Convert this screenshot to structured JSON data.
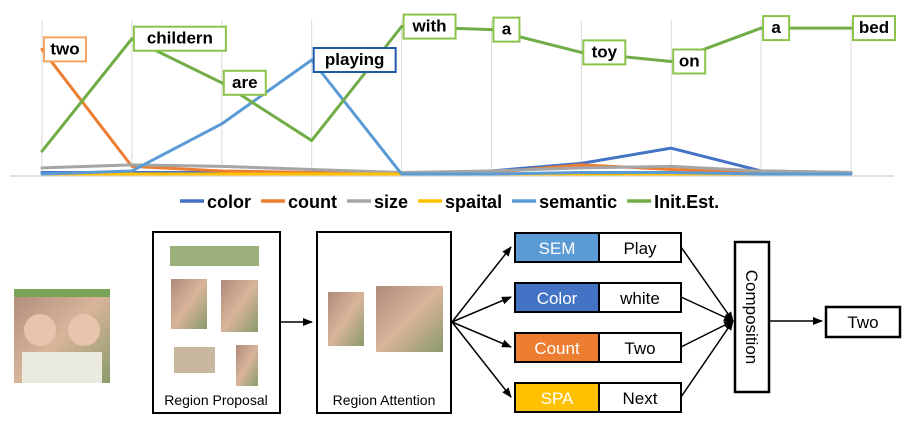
{
  "chart_data": {
    "type": "line",
    "categories": [
      "two",
      "childern",
      "are",
      "playing",
      "with",
      "a",
      "toy",
      "on",
      "a",
      "bed"
    ],
    "label_colors": [
      "#f4a460",
      "#8bc34a",
      "#8bc34a",
      "#1f5aa8",
      "#8bc34a",
      "#8bc34a",
      "#8bc34a",
      "#8bc34a",
      "#8bc34a",
      "#8bc34a"
    ],
    "ylim": [
      0,
      1
    ],
    "grid": "vertical",
    "legend_position": "bottom",
    "series": [
      {
        "name": "color",
        "color": "#4472c4",
        "values": [
          0.01,
          0.01,
          0.01,
          0.01,
          0.0,
          0.02,
          0.07,
          0.17,
          0.02,
          0.01
        ]
      },
      {
        "name": "count",
        "color": "#ed7d31",
        "values": [
          0.82,
          0.05,
          0.02,
          0.01,
          0.0,
          0.01,
          0.06,
          0.03,
          0.01,
          0.01
        ]
      },
      {
        "name": "size",
        "color": "#a5a5a5",
        "values": [
          0.04,
          0.06,
          0.05,
          0.03,
          0.01,
          0.02,
          0.04,
          0.05,
          0.02,
          0.01
        ]
      },
      {
        "name": "spaital",
        "color": "#ffc000",
        "values": [
          0.0,
          0.0,
          0.0,
          0.0,
          0.0,
          0.0,
          0.0,
          0.0,
          0.0,
          0.0
        ]
      },
      {
        "name": "semantic",
        "color": "#5b9bd5",
        "values": [
          0.0,
          0.02,
          0.33,
          0.75,
          0.0,
          0.0,
          0.01,
          0.01,
          0.0,
          0.0
        ]
      },
      {
        "name": "Init.Est.",
        "color": "#70ad47",
        "values": [
          0.15,
          0.89,
          0.6,
          0.22,
          0.97,
          0.95,
          0.8,
          0.74,
          0.96,
          0.96
        ]
      }
    ]
  },
  "pipeline": {
    "stage1_caption": "Region Proposal",
    "stage2_caption": "Region Attention",
    "modules": [
      {
        "tag": "SEM",
        "tag_color": "#5b9bd5",
        "value": "Play"
      },
      {
        "tag": "Color",
        "tag_color": "#4472c4",
        "value": "white"
      },
      {
        "tag": "Count",
        "tag_color": "#ed7d31",
        "value": "Two"
      },
      {
        "tag": "SPA",
        "tag_color": "#ffc000",
        "value": "Next"
      }
    ],
    "composition_label": "Composition",
    "answer": "Two"
  }
}
